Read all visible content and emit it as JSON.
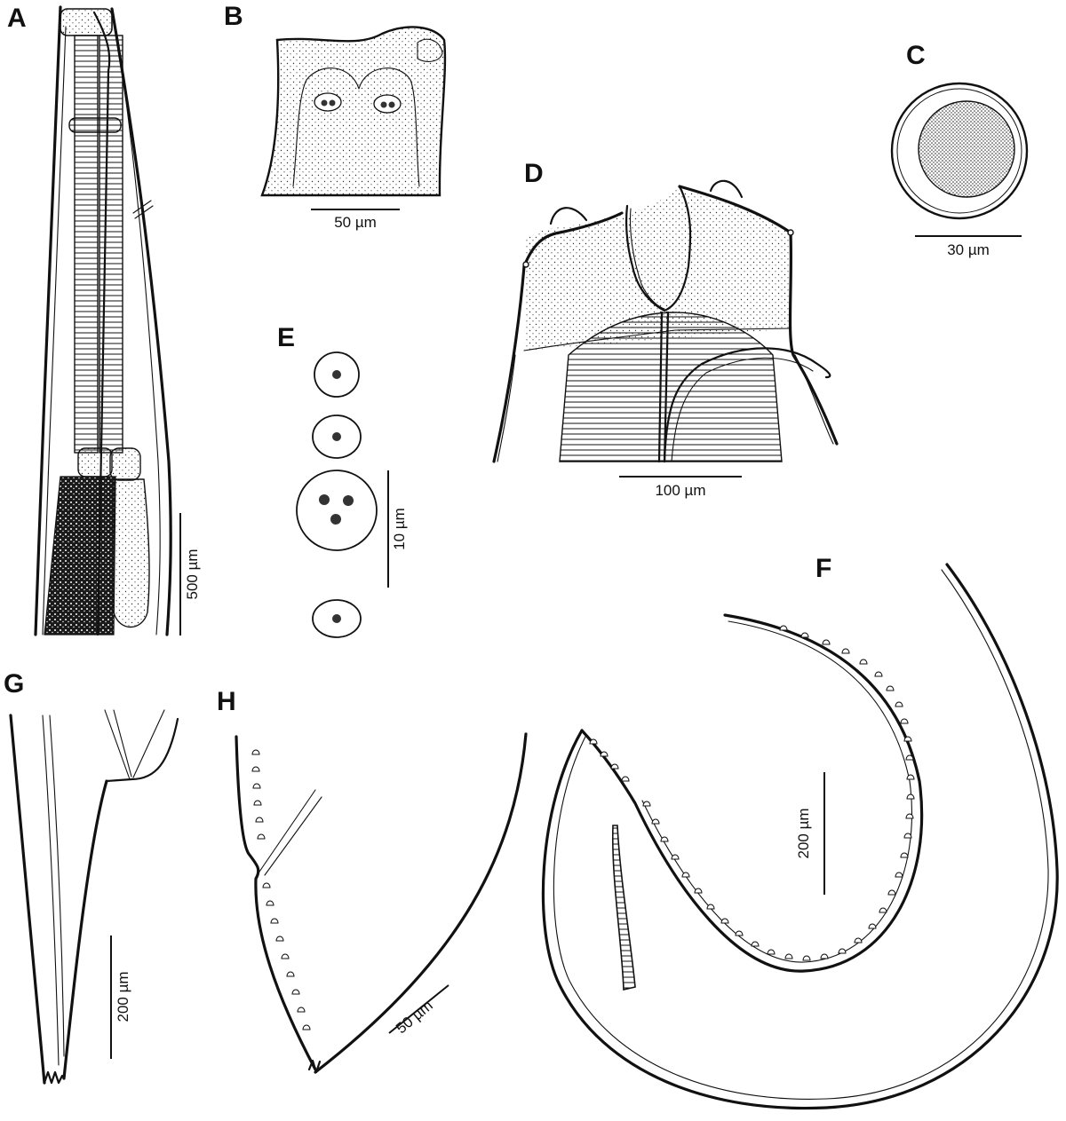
{
  "panels": {
    "A": {
      "label": "A",
      "scale": "500 µm"
    },
    "B": {
      "label": "B",
      "scale": "50 µm"
    },
    "C": {
      "label": "C",
      "scale": "30 µm"
    },
    "D": {
      "label": "D",
      "scale": "100 µm"
    },
    "E": {
      "label": "E",
      "scale": "10 µm"
    },
    "F": {
      "label": "F",
      "scale": "200 µm"
    },
    "G": {
      "label": "G",
      "scale": "200 µm"
    },
    "H": {
      "label": "H",
      "scale": "50 µm"
    }
  },
  "style": {
    "ink": "#111111",
    "paper": "#ffffff"
  }
}
